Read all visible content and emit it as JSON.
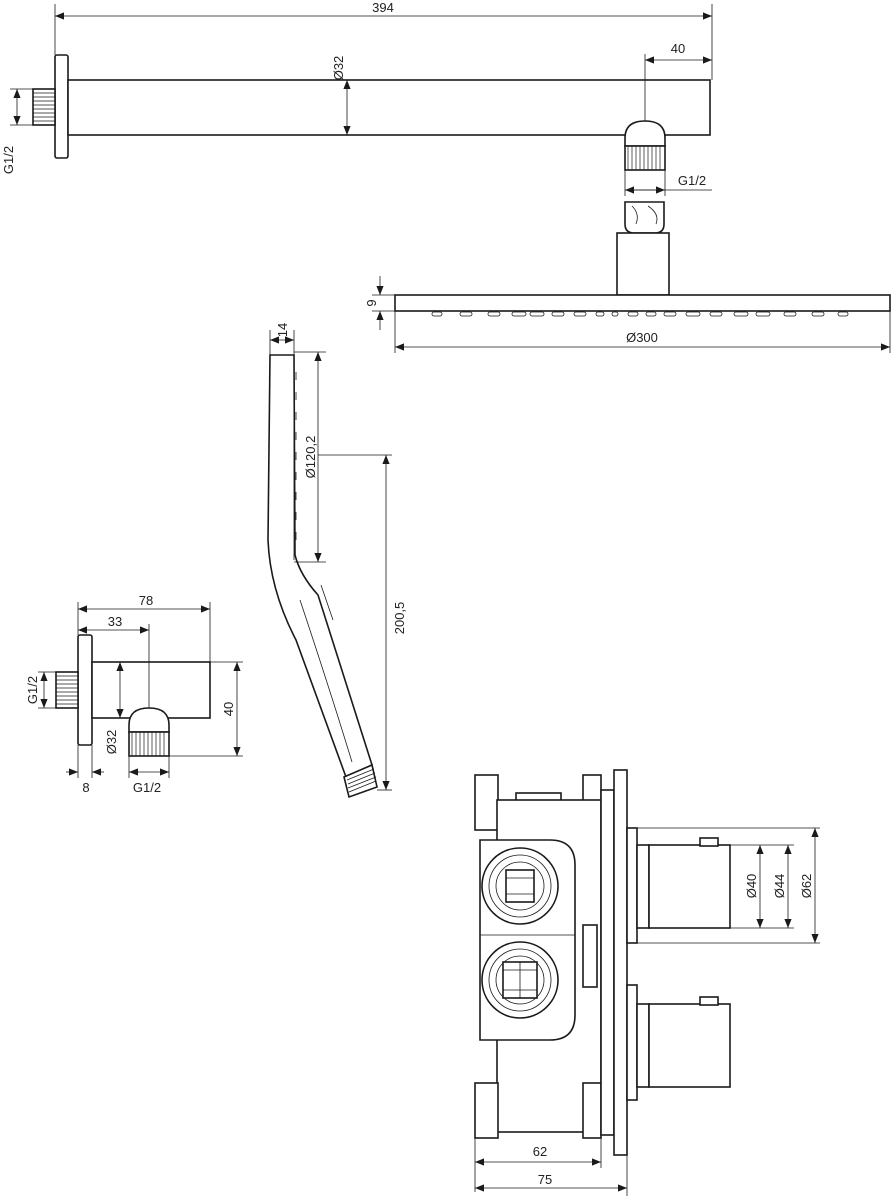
{
  "drawing": {
    "shower_arm": {
      "length_label": "394",
      "diameter_label": "Ø32",
      "outlet_offset_label": "40",
      "wall_thread_label": "G1/2",
      "outlet_thread_label": "G1/2"
    },
    "head_shower": {
      "thickness_label": "9",
      "diameter_label": "Ø300"
    },
    "hand_shower": {
      "head_depth_label": "14",
      "face_diameter_label": "Ø120,2",
      "length_label": "200,5"
    },
    "wall_outlet": {
      "depth_label": "78",
      "outlet_offset_label": "33",
      "height_label": "40",
      "wall_thread_label": "G1/2",
      "diameter_label": "Ø32",
      "flange_label": "8",
      "outlet_thread_label": "G1/2"
    },
    "valve_body": {
      "knob_diameter_label": "Ø40",
      "sleeve_diameter_label": "Ø44",
      "plate_diameter_label": "Ø62",
      "box_depth_label": "62",
      "total_depth_label": "75"
    }
  }
}
